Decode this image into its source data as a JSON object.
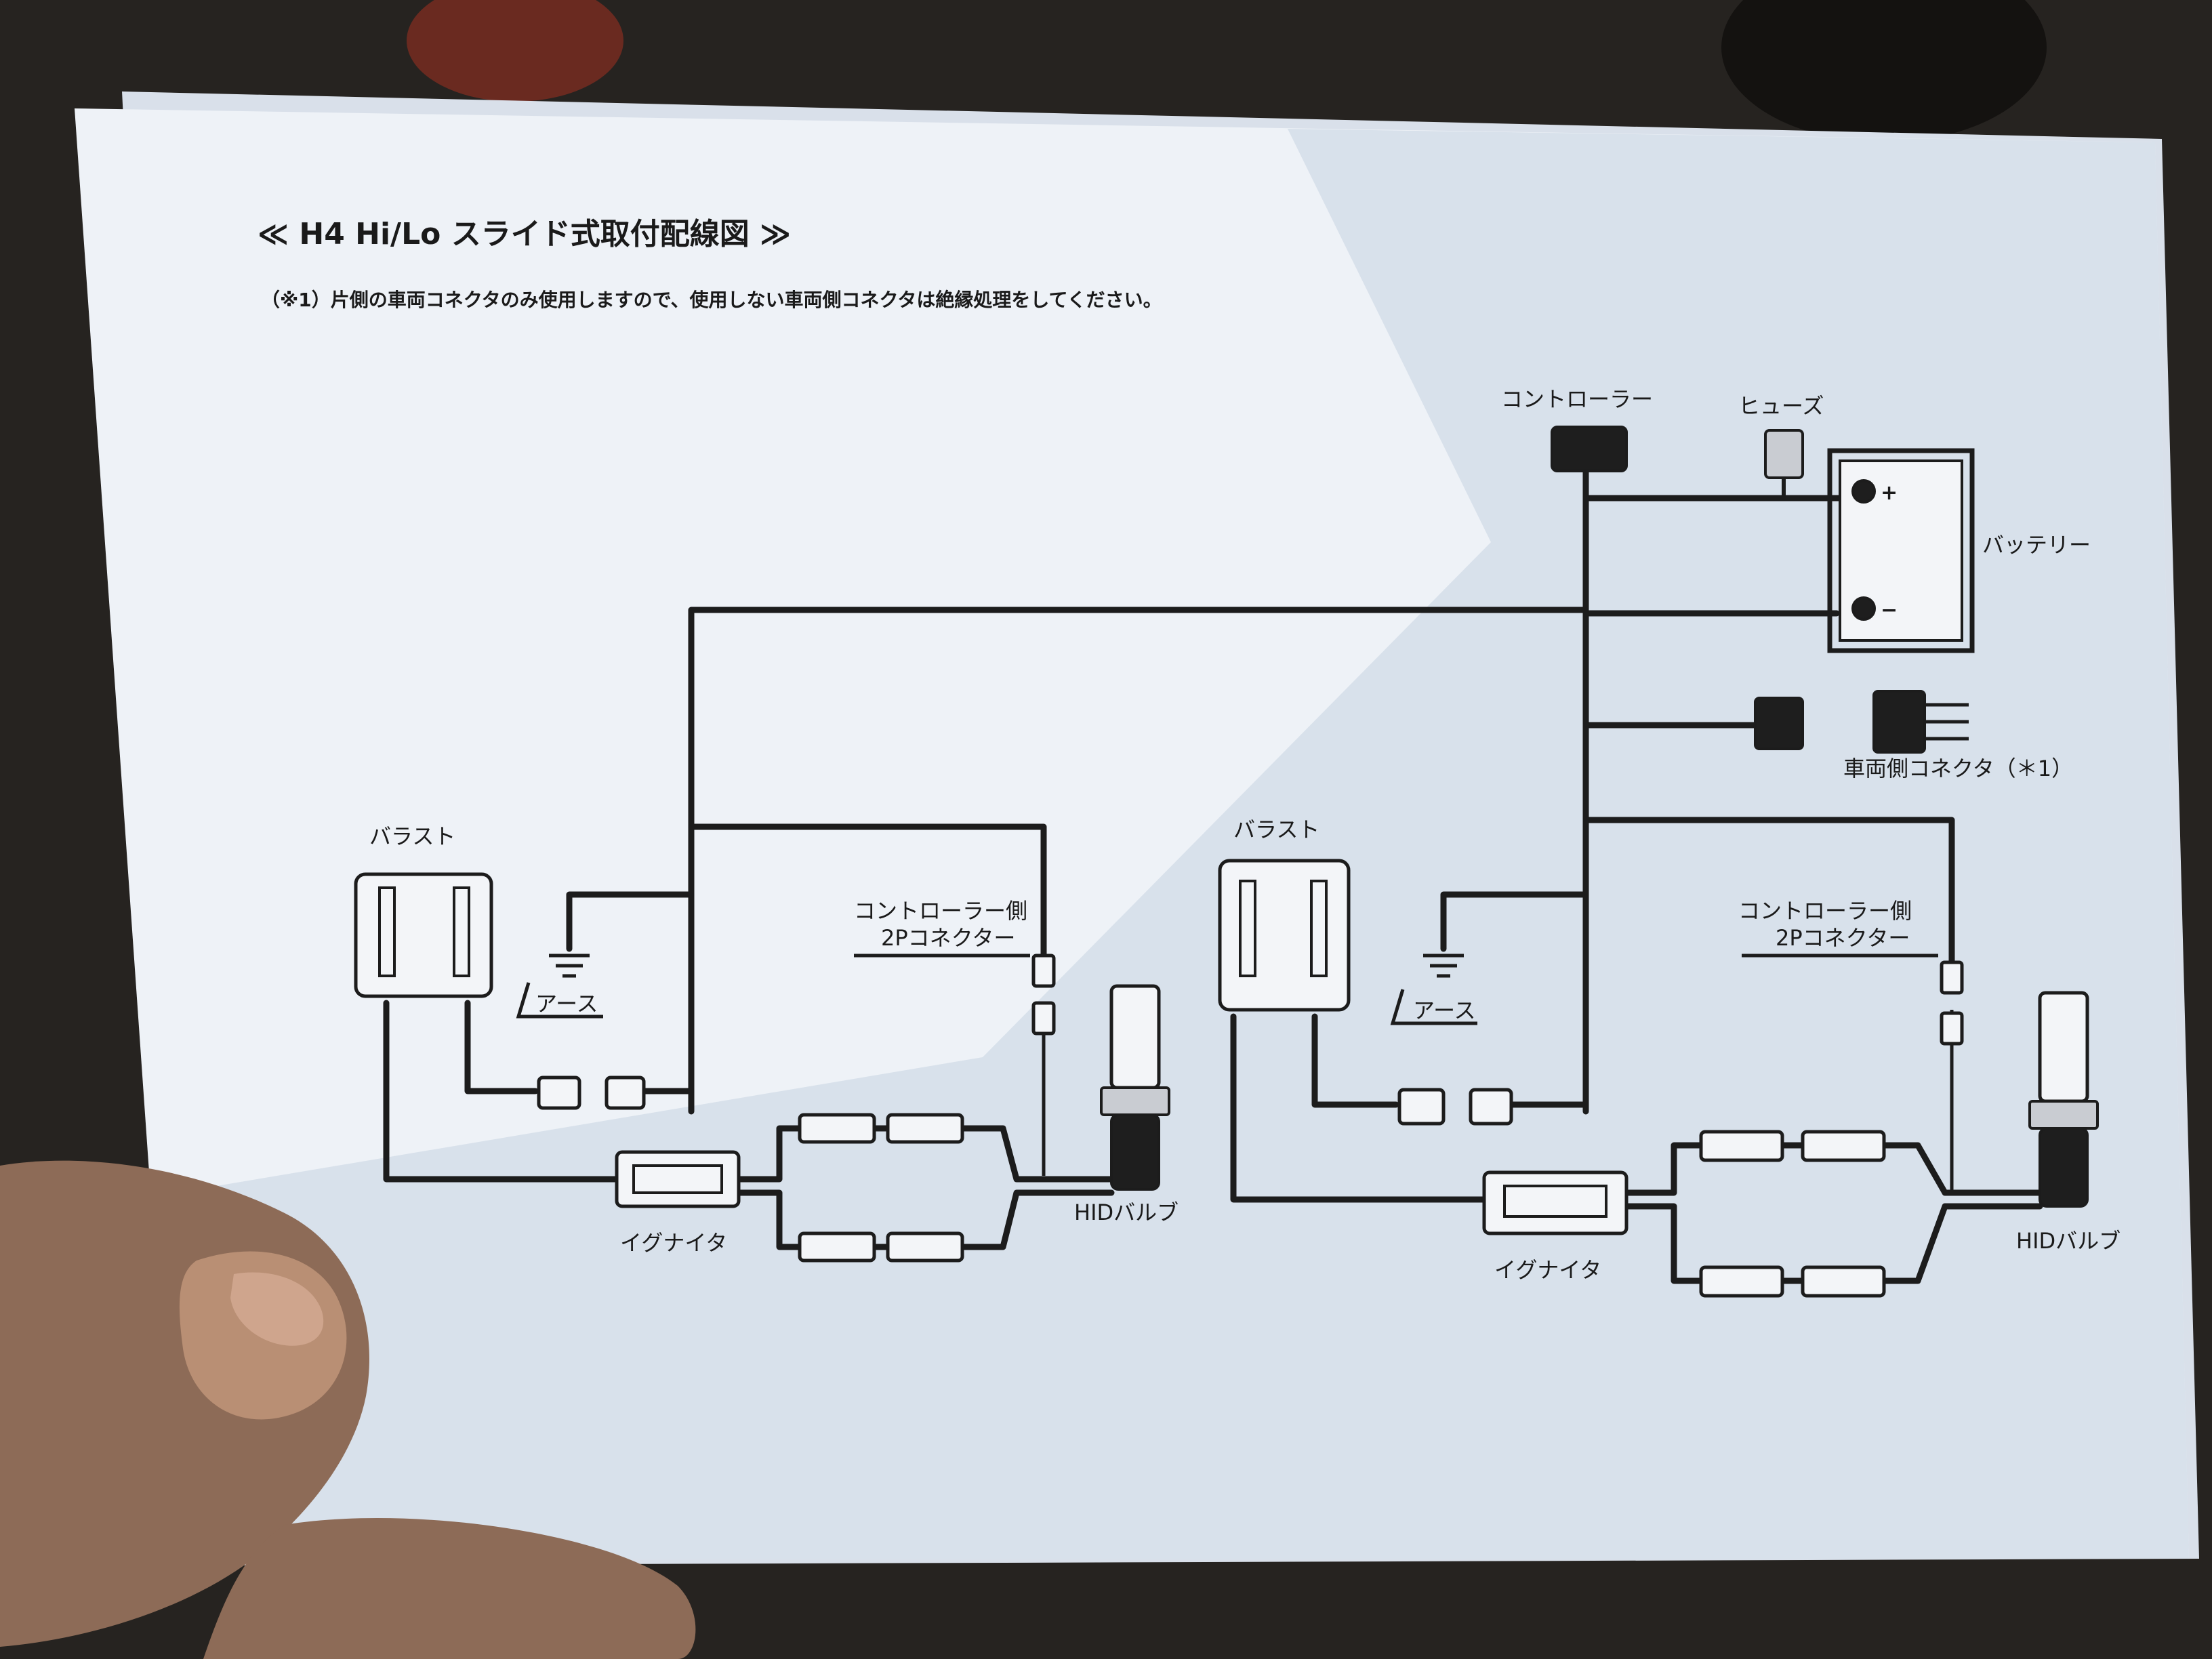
{
  "diagram": {
    "title": "≪ H4 Hi/Lo スライド式取付配線図 ≫",
    "note": "（※1）片側の車両コネクタのみ使用しますので、使用しない車両側コネクタは絶縁処理をしてください。",
    "labels": {
      "controller": "コントローラー",
      "fuse": "ヒューズ",
      "battery": "バッテリー",
      "vehicle_connector": "車両側コネクタ（＊1）",
      "ballast": "バラスト",
      "ground": "アース",
      "controller_2p_connector_line1": "コントローラー側",
      "controller_2p_connector_line2": "2Pコネクター",
      "igniter": "イグナイタ",
      "hid_bulb": "HIDバルブ"
    },
    "battery_terminals": {
      "positive": "+",
      "negative": "−"
    }
  }
}
